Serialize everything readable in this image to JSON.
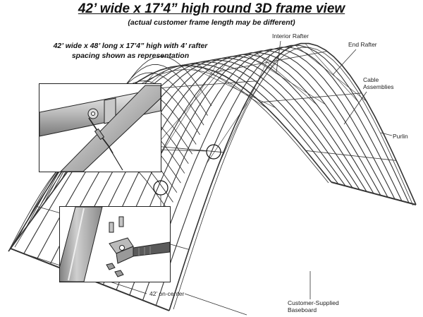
{
  "title": "42’ wide x 17’4” high round 3D frame view",
  "subtitle": "(actual customer frame length may be different)",
  "representation_note": {
    "line1": "42’ wide x 48’ long x 17’4” high with 4’ rafter",
    "line2": "spacing shown as representation"
  },
  "labels": {
    "interior_rafter": "Interior Rafter",
    "end_rafter": "End Rafter",
    "cable_assemblies_1": "Cable",
    "cable_assemblies_2": "Assemblies",
    "purlin": "Purlin",
    "on_center": "42’ on-center",
    "baseboard_1": "Customer-Supplied",
    "baseboard_2": "Baseboard"
  },
  "colors": {
    "line": "#222222",
    "steel_light": "#d9d9d9",
    "steel_mid": "#a8a8a8",
    "steel_dark": "#6f6f6f"
  }
}
